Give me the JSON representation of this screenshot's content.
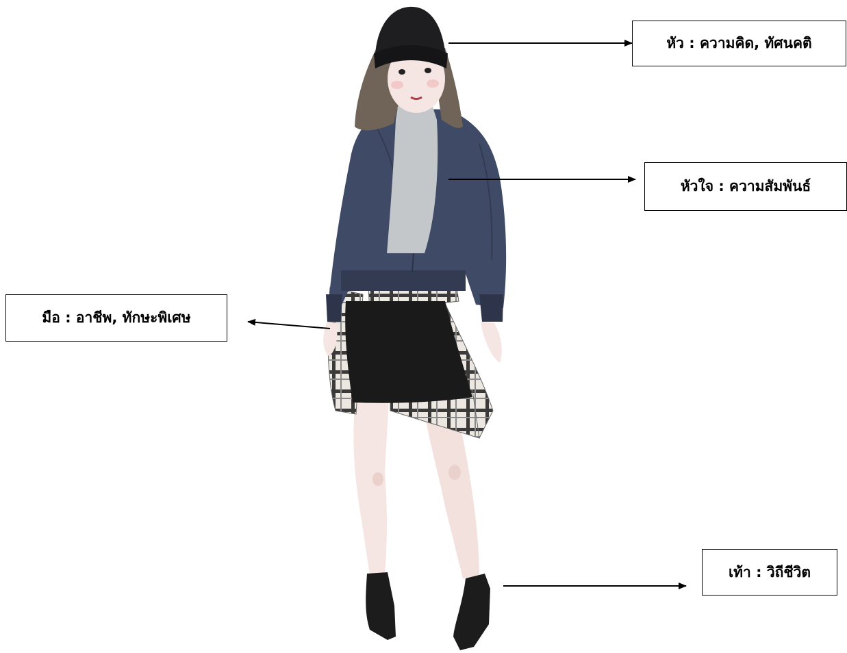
{
  "labels": {
    "head": "หัว : ความคิด, ทัศนคติ",
    "heart": "หัวใจ : ความสัมพันธ์",
    "hands": "มือ : อาชีพ, ทักษะพิเศษ",
    "feet": "เท้า : วิถีชีวิต"
  },
  "colors": {
    "beanie": "#1e1e20",
    "hair": "#6f6457",
    "skin": "#f6e6e3",
    "jacket": "#3f4a66",
    "jacket_shadow": "#323b52",
    "turtleneck": "#c4c7ca",
    "skirt": "#1a1a1a",
    "plaid_light": "#ece7e1",
    "plaid_dark": "#3a3a3a",
    "boots": "#1c1c1c",
    "label_border": "#000000",
    "arrow": "#000000"
  }
}
